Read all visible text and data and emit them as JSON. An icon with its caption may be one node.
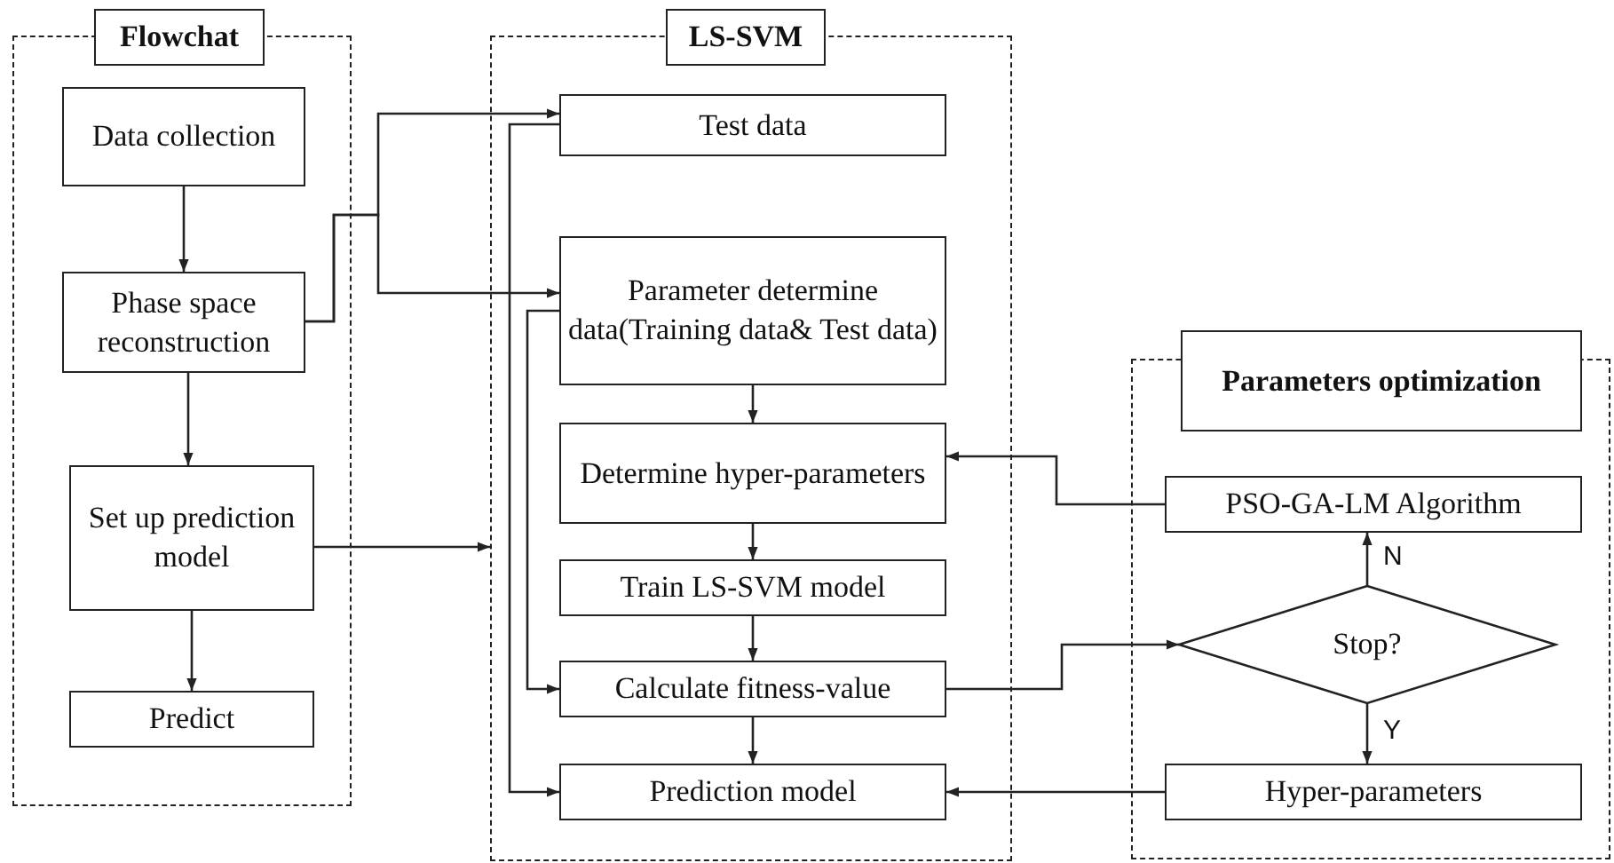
{
  "diagram": {
    "nodes": [
      {
        "text": [],
        "shape": "box"
      },
      {
        "text": [
          "Flowchat"
        ],
        "in": 0
      },
      {
        "text": [
          "Data collection"
        ],
        "in": 0
      },
      {
        "text": [
          "Phase space reconstruction"
        ],
        "in": 0
      },
      {
        "text": [
          "Set up prediction model"
        ],
        "in": 0
      },
      {
        "text": [
          "Predict"
        ],
        "in": 0
      },
      {
        "text": [],
        "shape": "box"
      },
      {
        "text": [
          "LS-SVM"
        ],
        "in": 6
      },
      {
        "text": [
          "Test data"
        ],
        "in": 6
      },
      {
        "text": [
          "Parameter determine data(Training data& Test data)"
        ],
        "in": 6
      },
      {
        "text": [
          "Determine hyper-parameters"
        ],
        "in": 6
      },
      {
        "text": [
          "Train LS-SVM model"
        ],
        "in": 6
      },
      {
        "text": [
          "Calculate fitness-value"
        ],
        "in": 6
      },
      {
        "text": [
          "Prediction model"
        ],
        "in": 6
      },
      {
        "text": [],
        "shape": "box"
      },
      {
        "text": [
          "Parameters optimization"
        ],
        "in": 14
      },
      {
        "text": [
          "PSO-GA-LM Algorithm"
        ],
        "in": 14
      },
      {
        "text": [
          "Stop?"
        ],
        "in": 14
      },
      {
        "text": [
          "Hyper-parameters"
        ],
        "in": 14
      }
    ],
    "edges": [
      {
        "from": 2,
        "to": 3,
        "arrow": "to"
      },
      {
        "from": 3,
        "to": 4,
        "arrow": "to"
      },
      {
        "from": 4,
        "to": 5,
        "arrow": "to"
      },
      {
        "from": 3,
        "to": 8,
        "arrow": "to"
      },
      {
        "from": 3,
        "to": 9,
        "arrow": "to"
      },
      {
        "from": 4,
        "to": 6,
        "arrow": "to"
      },
      {
        "from": 8,
        "to": 13,
        "arrow": "to"
      },
      {
        "from": 9,
        "to": 12,
        "arrow": "to"
      },
      {
        "from": 9,
        "to": 10,
        "arrow": "to"
      },
      {
        "from": 10,
        "to": 11,
        "arrow": "to"
      },
      {
        "from": 11,
        "to": 12,
        "arrow": "to"
      },
      {
        "from": 12,
        "to": 13,
        "arrow": "to"
      },
      {
        "from": 12,
        "to": 17,
        "arrow": "to"
      },
      {
        "from": 17,
        "to": 16,
        "arrow": "to",
        "label": "N"
      },
      {
        "from": 17,
        "to": 18,
        "arrow": "to",
        "label": "Y"
      },
      {
        "from": 16,
        "to": 10,
        "arrow": "to"
      },
      {
        "from": 18,
        "to": 13,
        "arrow": "to"
      }
    ]
  }
}
